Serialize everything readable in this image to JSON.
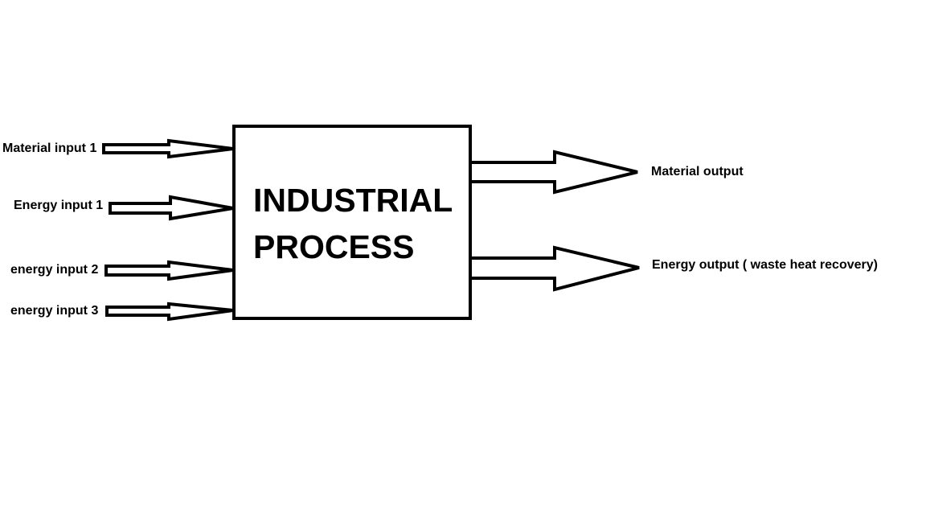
{
  "diagram": {
    "process": {
      "title_line1": "INDUSTRIAL",
      "title_line2": "PROCESS"
    },
    "inputs": [
      {
        "label": "Material input 1",
        "type": "material"
      },
      {
        "label": "Energy input 1",
        "type": "energy"
      },
      {
        "label": "energy input 2",
        "type": "energy"
      },
      {
        "label": "energy input 3",
        "type": "energy"
      }
    ],
    "outputs": [
      {
        "label": "Material output",
        "type": "material"
      },
      {
        "label": "Energy output ( waste heat recovery)",
        "type": "energy"
      }
    ],
    "colors": {
      "stroke": "#000000",
      "fill": "#ffffff"
    }
  }
}
